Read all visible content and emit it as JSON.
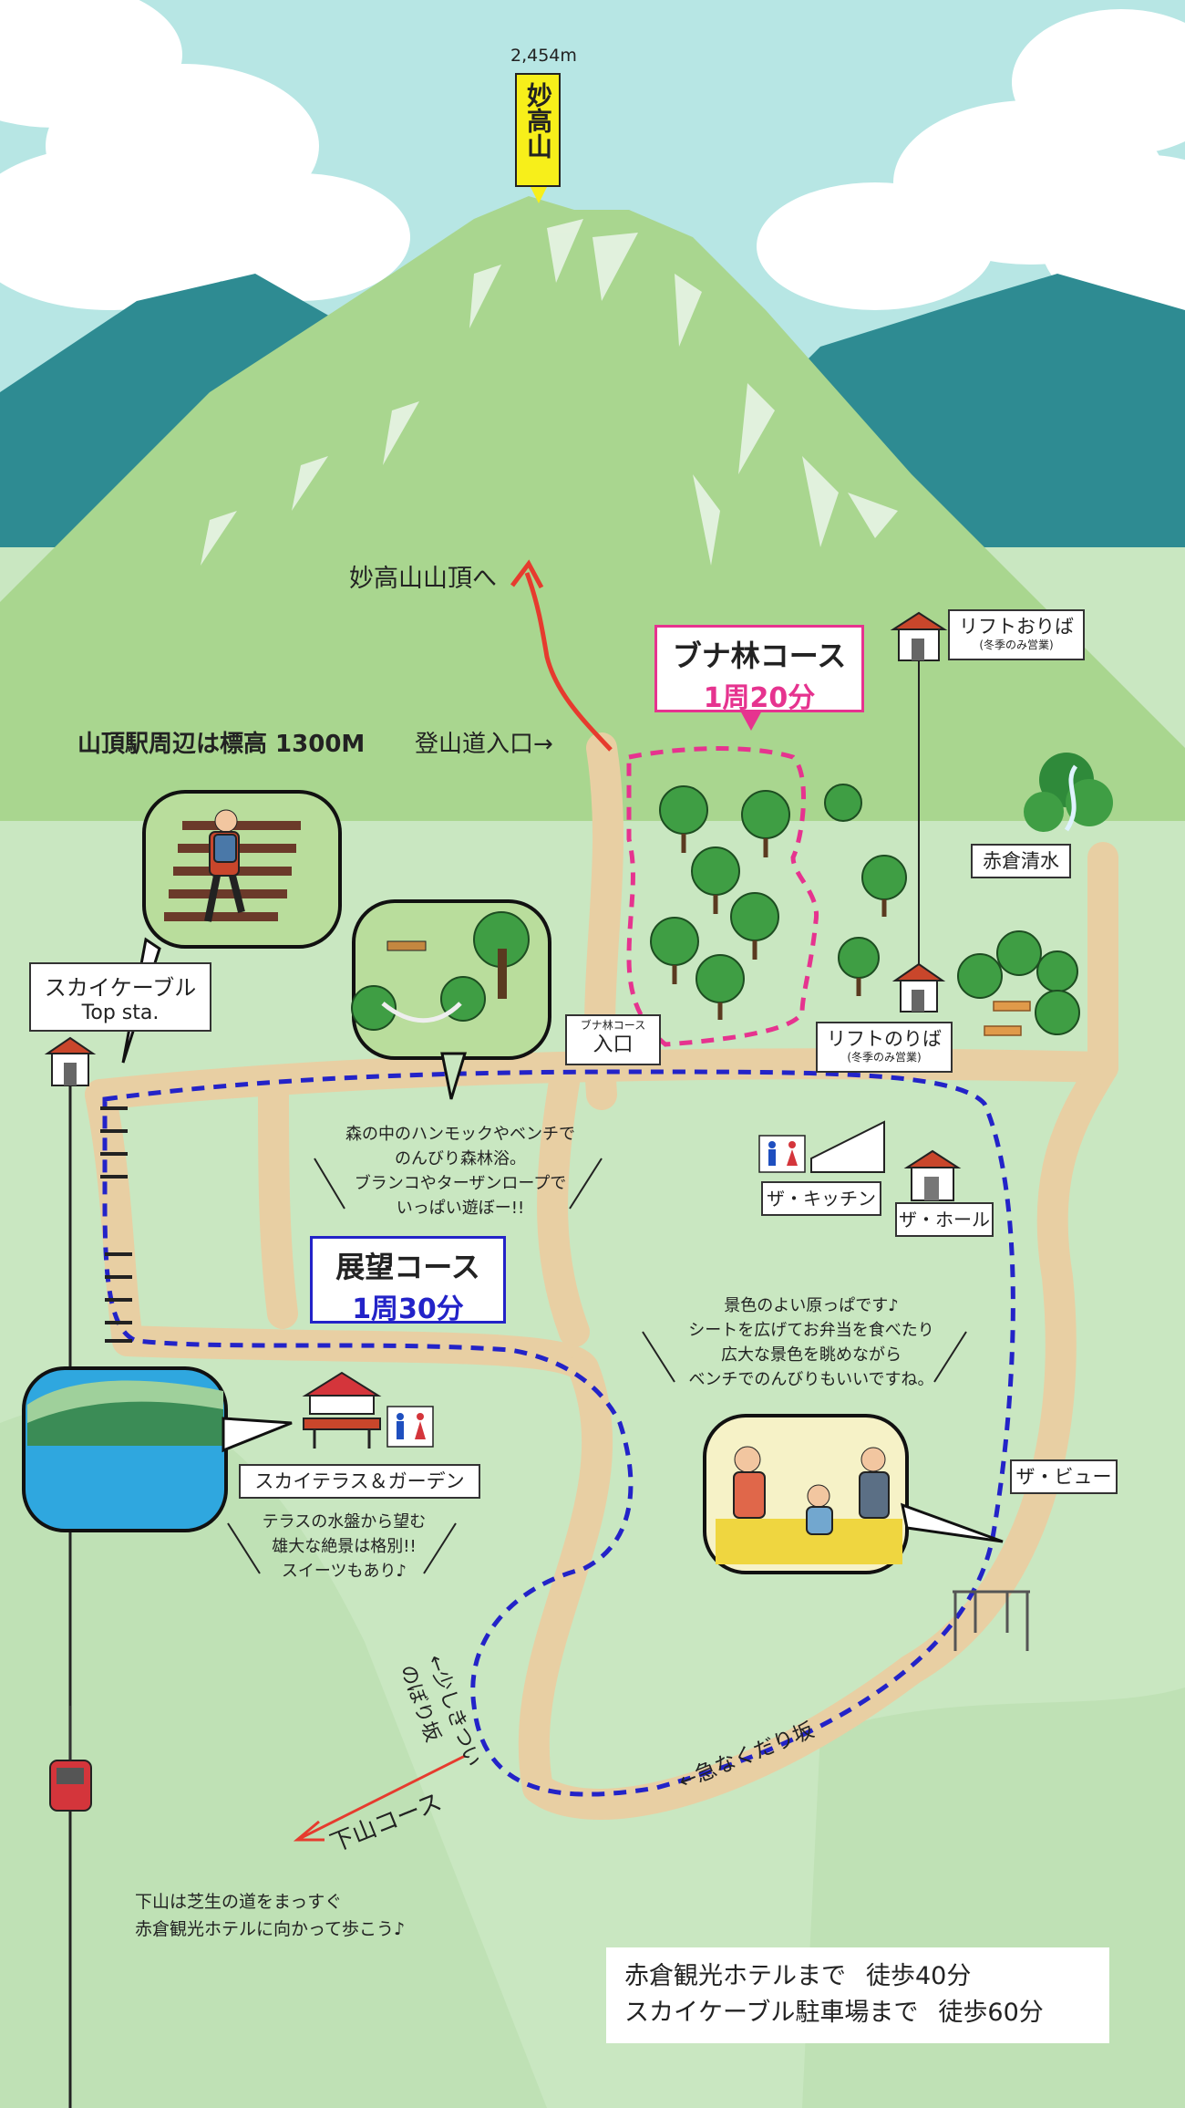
{
  "peak": {
    "elevation": "2,454m",
    "name": "妙高山"
  },
  "labels": {
    "to_summit": "妙高山山頂へ",
    "station_altitude": "山頂駅周辺は標高 1300M",
    "trailhead": "登山道入口→",
    "uphill_note": "←少しきついのぼり坂",
    "steep_downhill": "←急なくだり坂",
    "descent_course": "下山コース"
  },
  "courses": {
    "buna": {
      "name": "ブナ林コース",
      "time": "1周20分",
      "color": "#e6338f"
    },
    "tenbo": {
      "name": "展望コース",
      "time": "1周30分",
      "color": "#2323c8"
    }
  },
  "places": {
    "cable_top": {
      "line1": "スカイケーブル",
      "line2": "Top sta."
    },
    "lift_top": {
      "name": "リフトおりば",
      "note": "(冬季のみ営業)"
    },
    "lift_bottom": {
      "name": "リフトのりば",
      "note": "(冬季のみ営業)"
    },
    "spring": "赤倉清水",
    "buna_entrance": {
      "small": "ブナ林コース",
      "big": "入口"
    },
    "kitchen": "ザ・キッチン",
    "hall": "ザ・ホール",
    "view": "ザ・ビュー",
    "terrace": "スカイテラス＆ガーデン"
  },
  "notes": {
    "forest": [
      "森の中のハンモックやベンチで",
      "のんびり森林浴。",
      "ブランコやターザンロープで",
      "いっぱい遊ぼー!!"
    ],
    "meadow": [
      "景色のよい原っぱです♪",
      "シートを広げてお弁当を食べたり",
      "広大な景色を眺めながら",
      "ベンチでのんびりもいいですね。"
    ],
    "terrace": [
      "テラスの水盤から望む",
      "雄大な絶景は格別!!",
      "スイーツもあり♪"
    ],
    "descent": [
      "下山は芝生の道をまっすぐ",
      "赤倉観光ホテルに向かって歩こう♪"
    ]
  },
  "walk_times": [
    {
      "label": "赤倉観光ホテルまで",
      "time": "徒歩40分"
    },
    {
      "label": "スカイケーブル駐車場まで",
      "time": "徒歩60分"
    }
  ],
  "colors": {
    "sky": "#b7e6e4",
    "mountain": "#a9d68f",
    "distant_mountain": "#2e8b92",
    "path": "#e8cfa3",
    "grass": "#c9e7c1",
    "summit_route": "#e63b2e"
  }
}
